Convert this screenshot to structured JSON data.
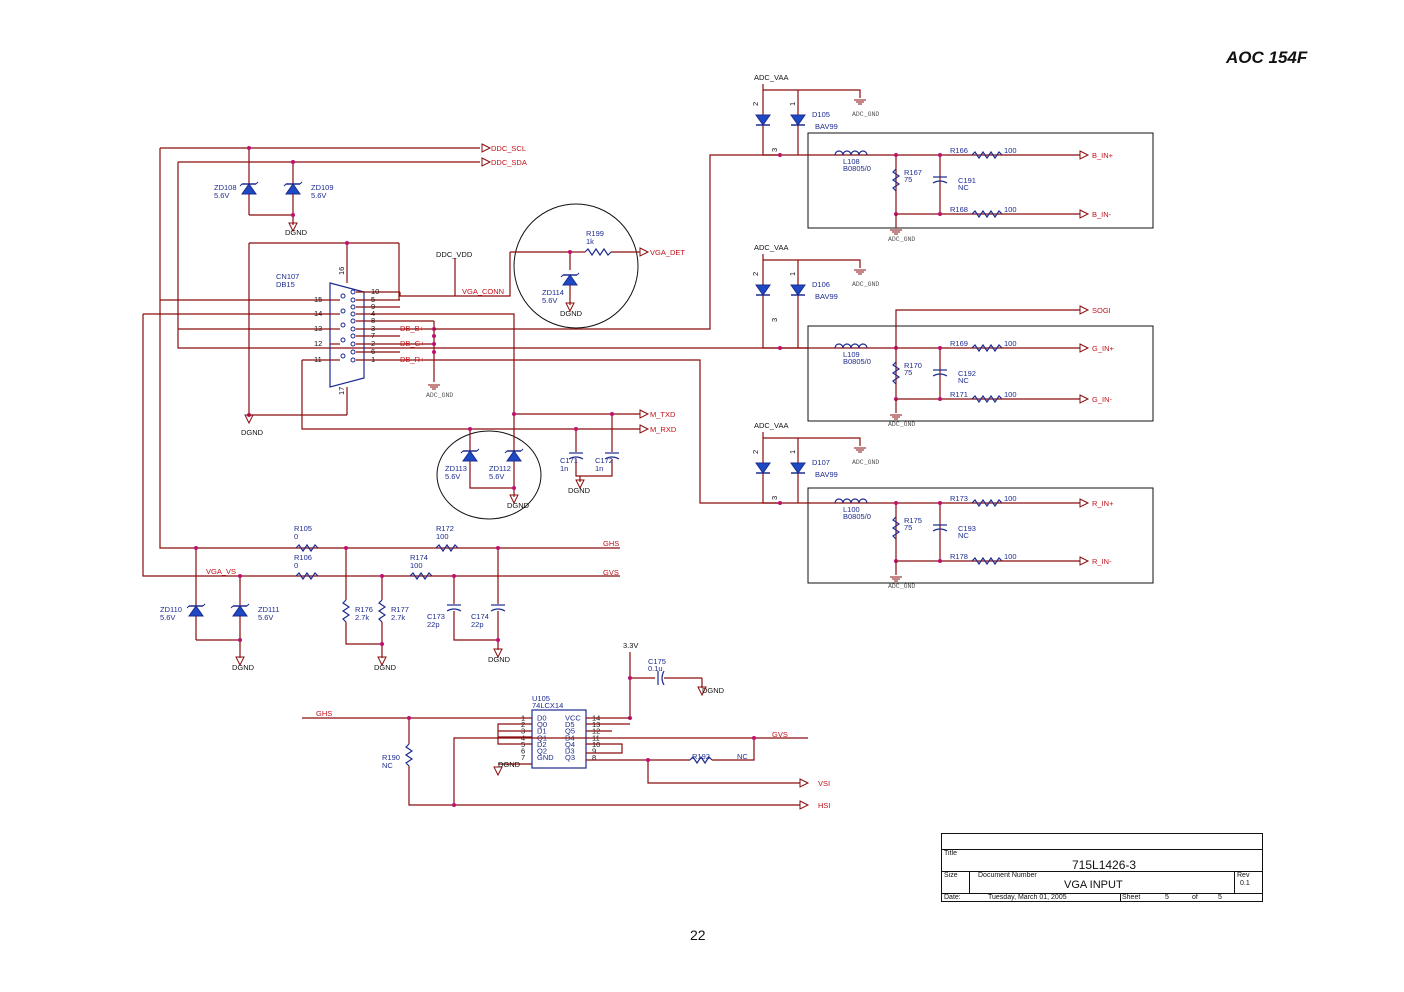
{
  "header": {
    "model": "AOC  154F"
  },
  "page_number": "22",
  "title_block": {
    "title_label": "Title",
    "title": "715L1426-3",
    "size_label": "Size",
    "docnum_label": "Document Number",
    "document": "VGA INPUT",
    "rev_label": "Rev",
    "rev": "0.1",
    "date_label": "Date:",
    "date": "Tuesday, March 01, 2005",
    "sheet_label": "Sheet",
    "sheet": "5",
    "of_label": "of",
    "sheet_total": "5"
  },
  "nets": {
    "ddc_scl": "DDC_SCL",
    "ddc_sda": "DDC_SDA",
    "ddc_vdd": "DDC_VDD",
    "vga_det": "VGA_DET",
    "vga_conn": "VGA_CONN",
    "db_b": "DB_B+",
    "db_g": "DB_G+",
    "db_r": "DB_R+",
    "m_txd": "M_TXD",
    "m_rxd": "M_RXD",
    "ghs": "GHS",
    "gvs": "GVS",
    "vga_vs": "VGA_VS",
    "b_in_p": "B_IN+",
    "b_in_m": "B_IN-",
    "sogi": "SOGI",
    "g_in_p": "G_IN+",
    "g_in_m": "G_IN-",
    "r_in_p": "R_IN+",
    "r_in_m": "R_IN-",
    "vsi": "VSI",
    "hsi": "HSI",
    "adc_vaa": "ADC_VAA",
    "adc_gnd": "ADC_GND",
    "dgnd": "DGND",
    "v33": "3.3V"
  },
  "parts": {
    "zd108": {
      "ref": "ZD108",
      "val": "5.6V"
    },
    "zd109": {
      "ref": "ZD109",
      "val": "5.6V"
    },
    "zd114": {
      "ref": "ZD114",
      "val": "5.6V"
    },
    "zd113": {
      "ref": "ZD113",
      "val": "5.6V"
    },
    "zd112": {
      "ref": "ZD112",
      "val": "5.6V"
    },
    "zd110": {
      "ref": "ZD110",
      "val": "5.6V"
    },
    "zd111": {
      "ref": "ZD111",
      "val": "5.6V"
    },
    "r199": {
      "ref": "R199",
      "val": "1k"
    },
    "cn107": {
      "ref": "CN107",
      "val": "DB15"
    },
    "c171": {
      "ref": "C171",
      "val": "1n"
    },
    "c172": {
      "ref": "C172",
      "val": "1n"
    },
    "r105": {
      "ref": "R105",
      "val": "0"
    },
    "r106": {
      "ref": "R106",
      "val": "0"
    },
    "r172": {
      "ref": "R172",
      "val": "100"
    },
    "r174": {
      "ref": "R174",
      "val": "100"
    },
    "r176": {
      "ref": "R176",
      "val": "2.7k"
    },
    "r177": {
      "ref": "R177",
      "val": "2.7k"
    },
    "c173": {
      "ref": "C173",
      "val": "22p"
    },
    "c174": {
      "ref": "C174",
      "val": "22p"
    },
    "c175": {
      "ref": "C175",
      "val": "0.1u"
    },
    "u105": {
      "ref": "U105",
      "val": "74LCX14"
    },
    "r190": {
      "ref": "R190",
      "val": "NC"
    },
    "r192": {
      "ref": "R192",
      "val": "NC"
    },
    "d105": {
      "ref": "D105",
      "val": "BAV99"
    },
    "d106": {
      "ref": "D106",
      "val": "BAV99"
    },
    "d107": {
      "ref": "D107",
      "val": "BAV99"
    },
    "l108": {
      "ref": "L108",
      "val": "B0805/0"
    },
    "l109": {
      "ref": "L109",
      "val": "B0805/0"
    },
    "l100": {
      "ref": "L100",
      "val": "B0805/0"
    },
    "r167": {
      "ref": "R167",
      "val": "75"
    },
    "r170": {
      "ref": "R170",
      "val": "75"
    },
    "r175": {
      "ref": "R175",
      "val": "75"
    },
    "c191": {
      "ref": "C191",
      "val": "NC"
    },
    "c192": {
      "ref": "C192",
      "val": "NC"
    },
    "c193": {
      "ref": "C193",
      "val": "NC"
    },
    "r166": {
      "ref": "R166",
      "val": "100"
    },
    "r168": {
      "ref": "R168",
      "val": "100"
    },
    "r169": {
      "ref": "R169",
      "val": "100"
    },
    "r171": {
      "ref": "R171",
      "val": "100"
    },
    "r173": {
      "ref": "R173",
      "val": "100"
    },
    "r178": {
      "ref": "R178",
      "val": "100"
    }
  },
  "connector_pins": [
    "10",
    "5",
    "9",
    "4",
    "8",
    "3",
    "7",
    "2",
    "6",
    "1"
  ],
  "connector_left_pins": [
    "15",
    "14",
    "13",
    "12",
    "11"
  ],
  "connector_extra_pins": [
    "16",
    "17"
  ],
  "ic_pins_left": [
    "D0",
    "Q0",
    "D1",
    "Q1",
    "D2",
    "Q2",
    "GND"
  ],
  "ic_pins_right": [
    "VCC",
    "D5",
    "Q5",
    "D4",
    "Q4",
    "D3",
    "Q3"
  ],
  "ic_pin_nums_left": [
    "1",
    "2",
    "3",
    "4",
    "5",
    "6",
    "7"
  ],
  "ic_pin_nums_right": [
    "14",
    "13",
    "12",
    "11",
    "10",
    "9",
    "8"
  ],
  "diode_pins": [
    "2",
    "1",
    "3"
  ]
}
